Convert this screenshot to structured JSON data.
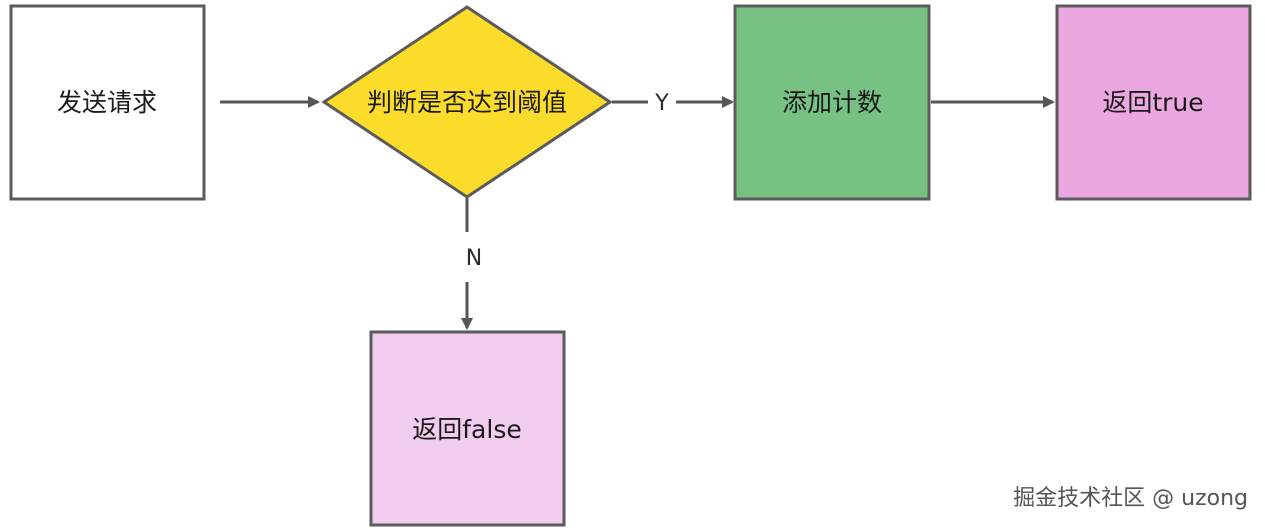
{
  "diagram": {
    "nodes": {
      "send_request": {
        "label": "发送请求",
        "fill": "#ffffff"
      },
      "check_threshold": {
        "label": "判断是否达到阈值",
        "fill": "#fbdc2a"
      },
      "add_count": {
        "label": "添加计数",
        "fill": "#77c184"
      },
      "return_true": {
        "label": "返回true",
        "fill": "#eba7e0"
      },
      "return_false": {
        "label": "返回false",
        "fill": "#f2ccee"
      }
    },
    "edges": {
      "yes_label": "Y",
      "no_label": "N"
    },
    "colors": {
      "stroke": "#5b5b5b",
      "arrow": "#555555"
    }
  },
  "watermark": "掘金技术社区 @ uzong"
}
